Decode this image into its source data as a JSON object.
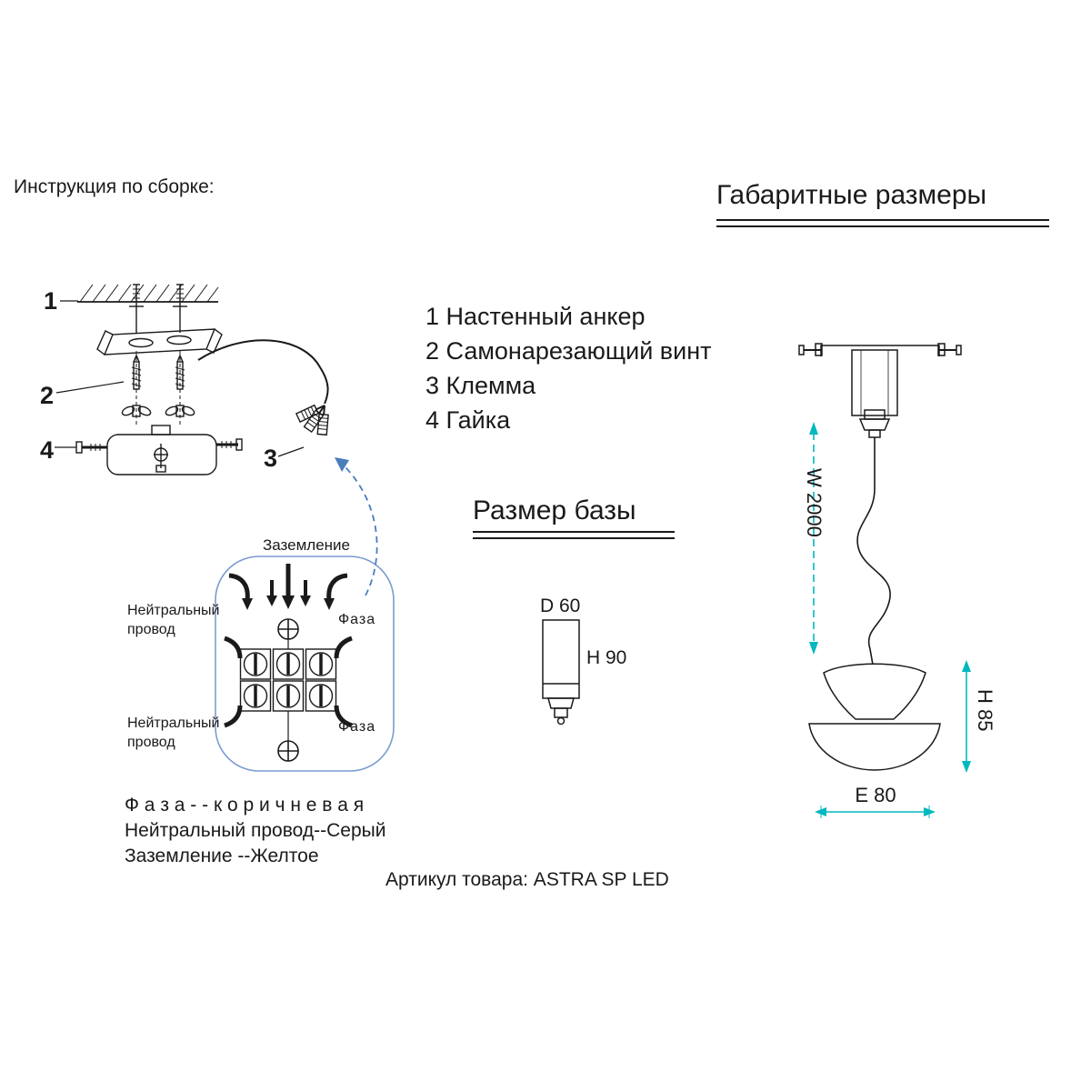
{
  "titles": {
    "assembly": "Инструкция по сборке:",
    "dimensions": "Габаритные размеры",
    "base_size": "Размер базы"
  },
  "parts_list": [
    "1 Настенный анкер",
    "2 Самонарезающий винт",
    "3 Клемма",
    "4 Гайка"
  ],
  "callouts": {
    "c1": "1",
    "c2": "2",
    "c3": "3",
    "c4": "4"
  },
  "wiring": {
    "ground_top": "Заземление",
    "neutral_upper": "Нейтральный\nпровод",
    "phase_upper": "Фаза",
    "neutral_lower": "Нейтральный\nпровод",
    "phase_lower": "Фаза"
  },
  "legend": {
    "phase": "Ф а з а - - к о р и ч н е в а я",
    "neutral": "Нейтральный провод--Серый",
    "ground": "Заземление --Желтое"
  },
  "dims": {
    "base_d": "D 60",
    "base_h": "H 90",
    "wire_w": "W 2000",
    "lamp_h": "H 85",
    "lamp_e": "E 80"
  },
  "article": "Артикул товара: ASTRA SP LED",
  "colors": {
    "line": "#1a1a1a",
    "dimension": "#00b8c0",
    "wiring_box": "#7b9cd0",
    "arrow_blue": "#4a7ebb"
  }
}
